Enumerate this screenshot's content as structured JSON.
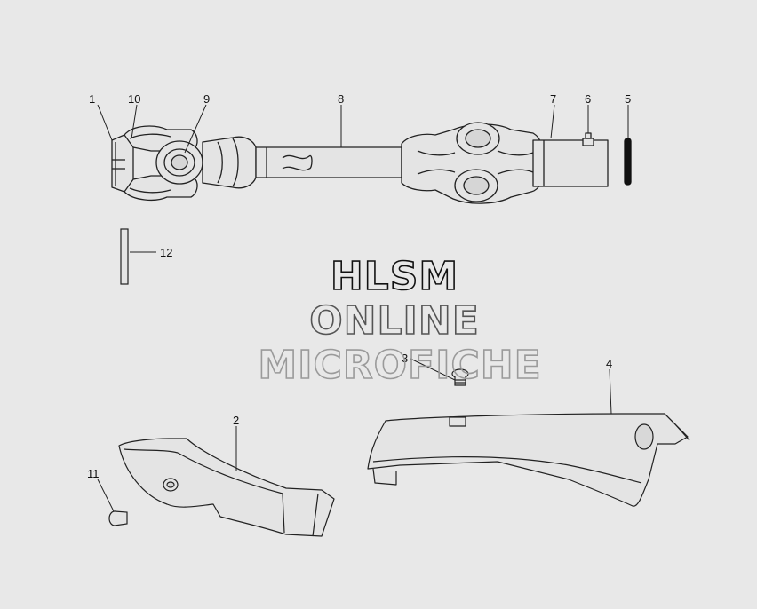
{
  "callouts": {
    "c1": "1",
    "c2": "2",
    "c3": "3",
    "c4": "4",
    "c5": "5",
    "c6": "6",
    "c7": "7",
    "c8": "8",
    "c9": "9",
    "c10": "10",
    "c11": "11",
    "c12": "12"
  },
  "watermark": {
    "line1": "HLSM",
    "line2": "ONLINE",
    "line3": "MICROFICHE"
  },
  "colors": {
    "background": "#e8e8e8",
    "line": "#222222",
    "part_fill": "#e4e4e4",
    "wm1": "#111111",
    "wm2": "#555555",
    "wm3": "#9a9a9a"
  }
}
